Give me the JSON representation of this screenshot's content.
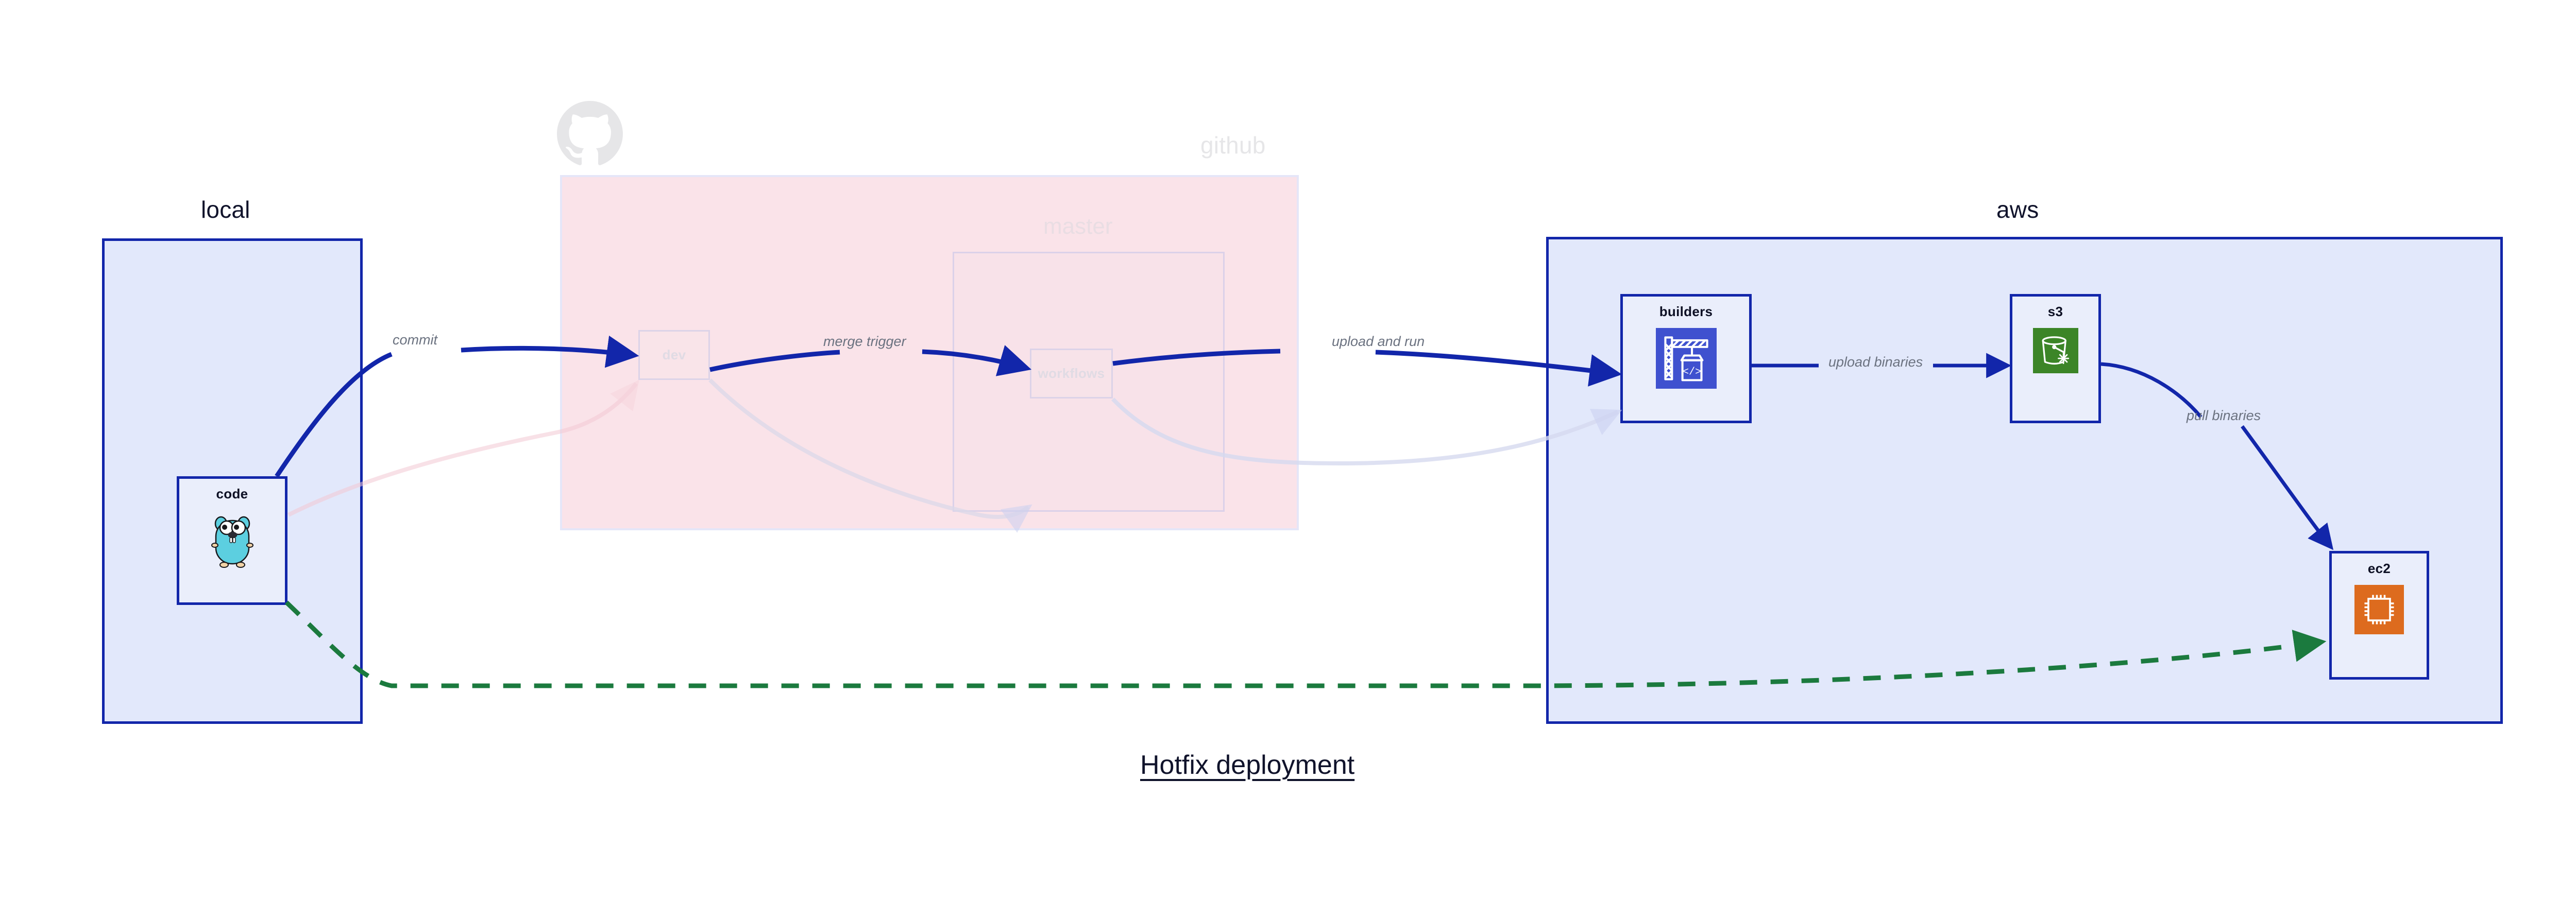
{
  "diagram": {
    "title": "Hotfix deployment",
    "colors": {
      "group_border": "#1226aa",
      "group_fill": "#e2e8fb",
      "github_fill": "#fae2e8",
      "arrow_blue": "#1226aa",
      "arrow_green": "#1b7a3e",
      "label_gray": "#6b7280",
      "faded_gray": "#e6e6e8",
      "builders_icon_bg": "#3f51cf",
      "s3_icon_bg": "#3c8527",
      "ec2_icon_bg": "#dd6b1e",
      "gopher_body": "#5ccfe0"
    }
  },
  "groups": [
    {
      "key": "local",
      "title": "local"
    },
    {
      "key": "github",
      "title": "github"
    },
    {
      "key": "aws",
      "title": "aws"
    }
  ],
  "subgroups": [
    {
      "key": "master",
      "title": "master"
    }
  ],
  "nodes": [
    {
      "key": "code",
      "label": "code",
      "icon": "go-gopher-icon"
    },
    {
      "key": "dev",
      "label": "dev",
      "icon": "none"
    },
    {
      "key": "workflows",
      "label": "workflows",
      "icon": "none"
    },
    {
      "key": "builders",
      "label": "builders",
      "icon": "aws-codebuild-crane-icon"
    },
    {
      "key": "s3",
      "label": "s3",
      "icon": "aws-s3-bucket-icon"
    },
    {
      "key": "ec2",
      "label": "ec2",
      "icon": "aws-ec2-chip-icon"
    }
  ],
  "edges": [
    {
      "key": "commit",
      "label": "commit",
      "from": "code",
      "to": "dev",
      "style": "solid-blue"
    },
    {
      "key": "merge-trigger",
      "label": "merge trigger",
      "from": "dev",
      "to": "workflows",
      "style": "solid-blue"
    },
    {
      "key": "upload-and-run",
      "label": "upload and run",
      "from": "workflows",
      "to": "builders",
      "style": "solid-blue"
    },
    {
      "key": "upload-binaries",
      "label": "upload binaries",
      "from": "builders",
      "to": "s3",
      "style": "solid-blue"
    },
    {
      "key": "pull-binaries",
      "label": "pull binaries",
      "from": "s3",
      "to": "ec2",
      "style": "solid-blue"
    },
    {
      "key": "hotfix-direct",
      "label": "",
      "from": "code",
      "to": "ec2",
      "style": "dashed-green"
    },
    {
      "key": "faded-code-dev",
      "label": "",
      "from": "code",
      "to": "dev",
      "style": "faded-pink"
    },
    {
      "key": "faded-dev-workflows",
      "label": "",
      "from": "dev",
      "to": "workflows",
      "style": "faded-pink"
    },
    {
      "key": "faded-workflows-builders",
      "label": "",
      "from": "workflows",
      "to": "builders",
      "style": "faded-blue"
    }
  ],
  "icons": {
    "github_logo": "github-octocat-icon"
  }
}
